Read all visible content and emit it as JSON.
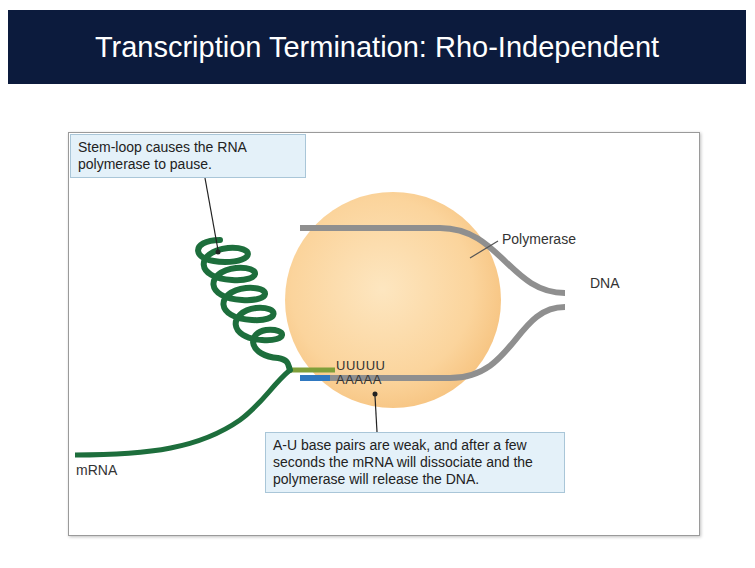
{
  "diagram": {
    "title": "Transcription Termination: Rho-Independent",
    "nodes": [
      {
        "text": [
          "Stem-loop causes the RNA polymerase to pause."
        ]
      },
      {
        "text": [
          "A-U base pairs are weak, and after a few seconds the mRNA will dissociate and the polymerase will release the DNA."
        ]
      }
    ],
    "labels": [
      "Polymerase",
      "DNA",
      "UUUUU",
      "AAAAA",
      "mRNA"
    ]
  }
}
